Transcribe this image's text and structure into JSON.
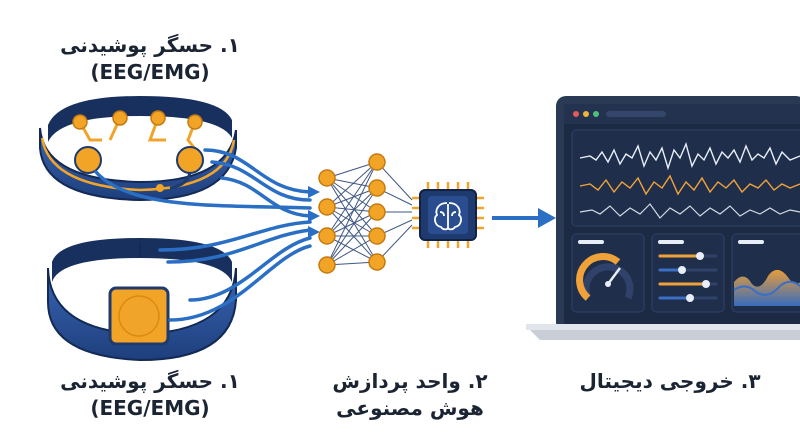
{
  "labels": {
    "sensor_top": {
      "line1": "۱. حسگر پوشیدنی",
      "line2": "(EEG/EMG)"
    },
    "sensor_bottom": {
      "line1": "۱. حسگر پوشیدنی",
      "line2": "(EEG/EMG)"
    },
    "processing": {
      "line1": "۲. واحد پردازش",
      "line2": "هوش مصنوعی"
    },
    "output": {
      "line1": "۳. خروجی دیجیتال"
    }
  },
  "icons": {
    "headband": "headband-sensor-icon",
    "wristband": "wristband-sensor-icon",
    "network": "neural-network-icon",
    "chip": "ai-brain-chip-icon",
    "laptop": "laptop-dashboard-icon"
  },
  "colors": {
    "navy": "#1e3a6e",
    "band_blue": "#2f5aa8",
    "wire_blue": "#2a6fc4",
    "orange": "#f0a52a",
    "node_orange": "#f2a427",
    "screen_dark": "#1d2a44",
    "wave_white": "#e8eef8",
    "wave_orange": "#f0a23a"
  }
}
